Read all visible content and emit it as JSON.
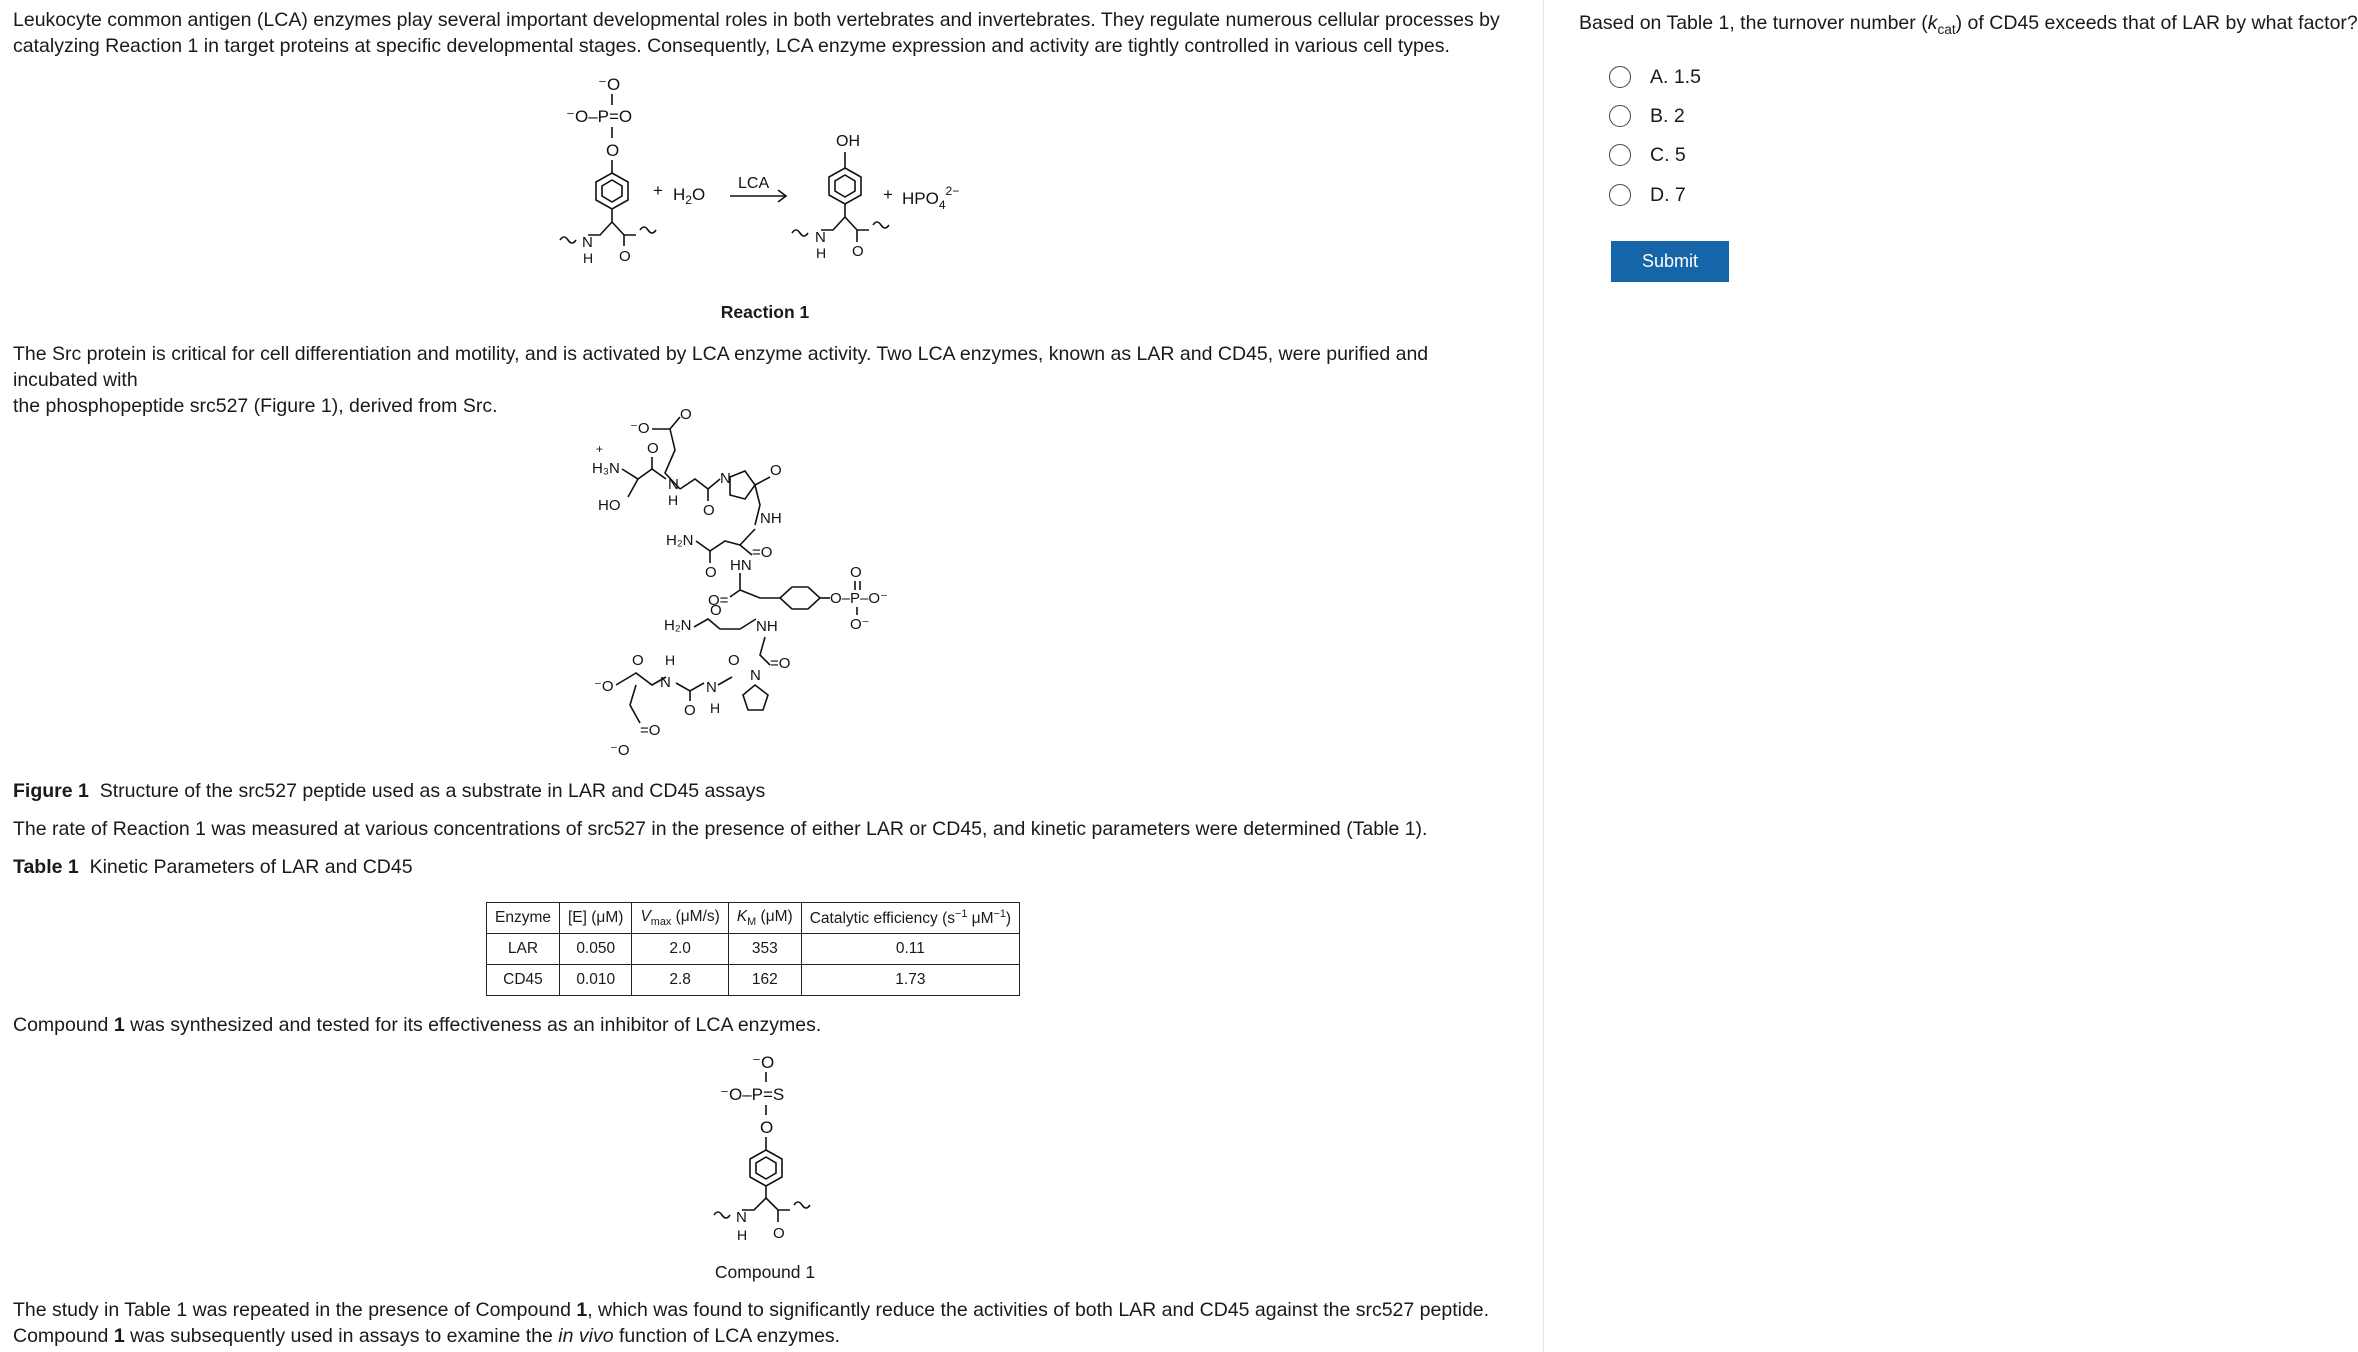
{
  "passage": {
    "para1_line1": "Leukocyte common antigen (LCA) enzymes play several important developmental roles in both vertebrates and invertebrates.  They regulate numerous cellular processes by",
    "para1_line2": "catalyzing Reaction 1 in target proteins at specific developmental stages.  Consequently, LCA enzyme expression and activity are tightly controlled in various cell types.",
    "reaction": {
      "plus1": "+",
      "water_h": "H",
      "water_sub": "2",
      "water_o": "O",
      "arrow_label": "LCA",
      "oh_label": "OH",
      "plus2": "+",
      "phosphate_main": "HPO",
      "phosphate_sub": "4",
      "phosphate_sup": "2−",
      "caption": "Reaction 1"
    },
    "para2_line1": "The Src protein is critical for cell differentiation and motility, and is activated by LCA enzyme activity.  Two LCA enzymes, known as LAR and CD45, were purified and incubated with",
    "para2_line2": "the phosphopeptide src527 (Figure 1), derived from Src.",
    "figure1": {
      "label": "Figure 1",
      "caption": "Structure of the src527 peptide used as a substrate in LAR and CD45 assays"
    },
    "para3": "The rate of Reaction 1 was measured at various concentrations of src527 in the presence of either LAR or CD45, and kinetic parameters were determined (Table 1).",
    "table1": {
      "label": "Table 1",
      "caption": "Kinetic Parameters of LAR and CD45",
      "headers": {
        "enzyme": "Enzyme",
        "conc": "[E] (μM)",
        "vmax_v": "V",
        "vmax_sub": "max",
        "vmax_unit": "(μM/s)",
        "km_k": "K",
        "km_sub": "M",
        "km_unit": "(μM)",
        "eff_text": "Catalytic efficiency (s",
        "eff_sup1": "−1",
        "eff_mid": " μM",
        "eff_sup2": "−1",
        "eff_end": ")"
      },
      "rows": [
        [
          "LAR",
          "0.050",
          "2.0",
          "353",
          "0.11"
        ],
        [
          "CD45",
          "0.010",
          "2.8",
          "162",
          "1.73"
        ]
      ]
    },
    "para4_pre": "Compound ",
    "para4_bold": "1",
    "para4_post": " was synthesized and tested for its effectiveness as an inhibitor of LCA enzymes.",
    "compound_caption": "Compound 1",
    "para5_line1_pre": "The study in Table 1 was repeated in the presence of Compound ",
    "para5_line1_bold": "1",
    "para5_line1_post": ", which was found to significantly reduce the activities of both LAR and CD45 against the src527 peptide.",
    "para5_line2_pre": "Compound ",
    "para5_line2_bold": "1",
    "para5_line2_mid": " was subsequently used in assays to examine the ",
    "para5_line2_ital": "in vivo",
    "para5_line2_post": " function of LCA enzymes."
  },
  "question": {
    "text_pre": "Based on Table 1, the turnover number (",
    "text_k": "k",
    "text_sub": "cat",
    "text_post": ") of CD45 exceeds that of LAR by what factor?",
    "options": [
      "A.  1.5",
      "B.  2",
      "C.  5",
      "D.  7"
    ],
    "submit_label": "Submit"
  },
  "colors": {
    "submit_bg": "#1565a8",
    "submit_text": "#ffffff",
    "divider": "#e6e6e6"
  }
}
